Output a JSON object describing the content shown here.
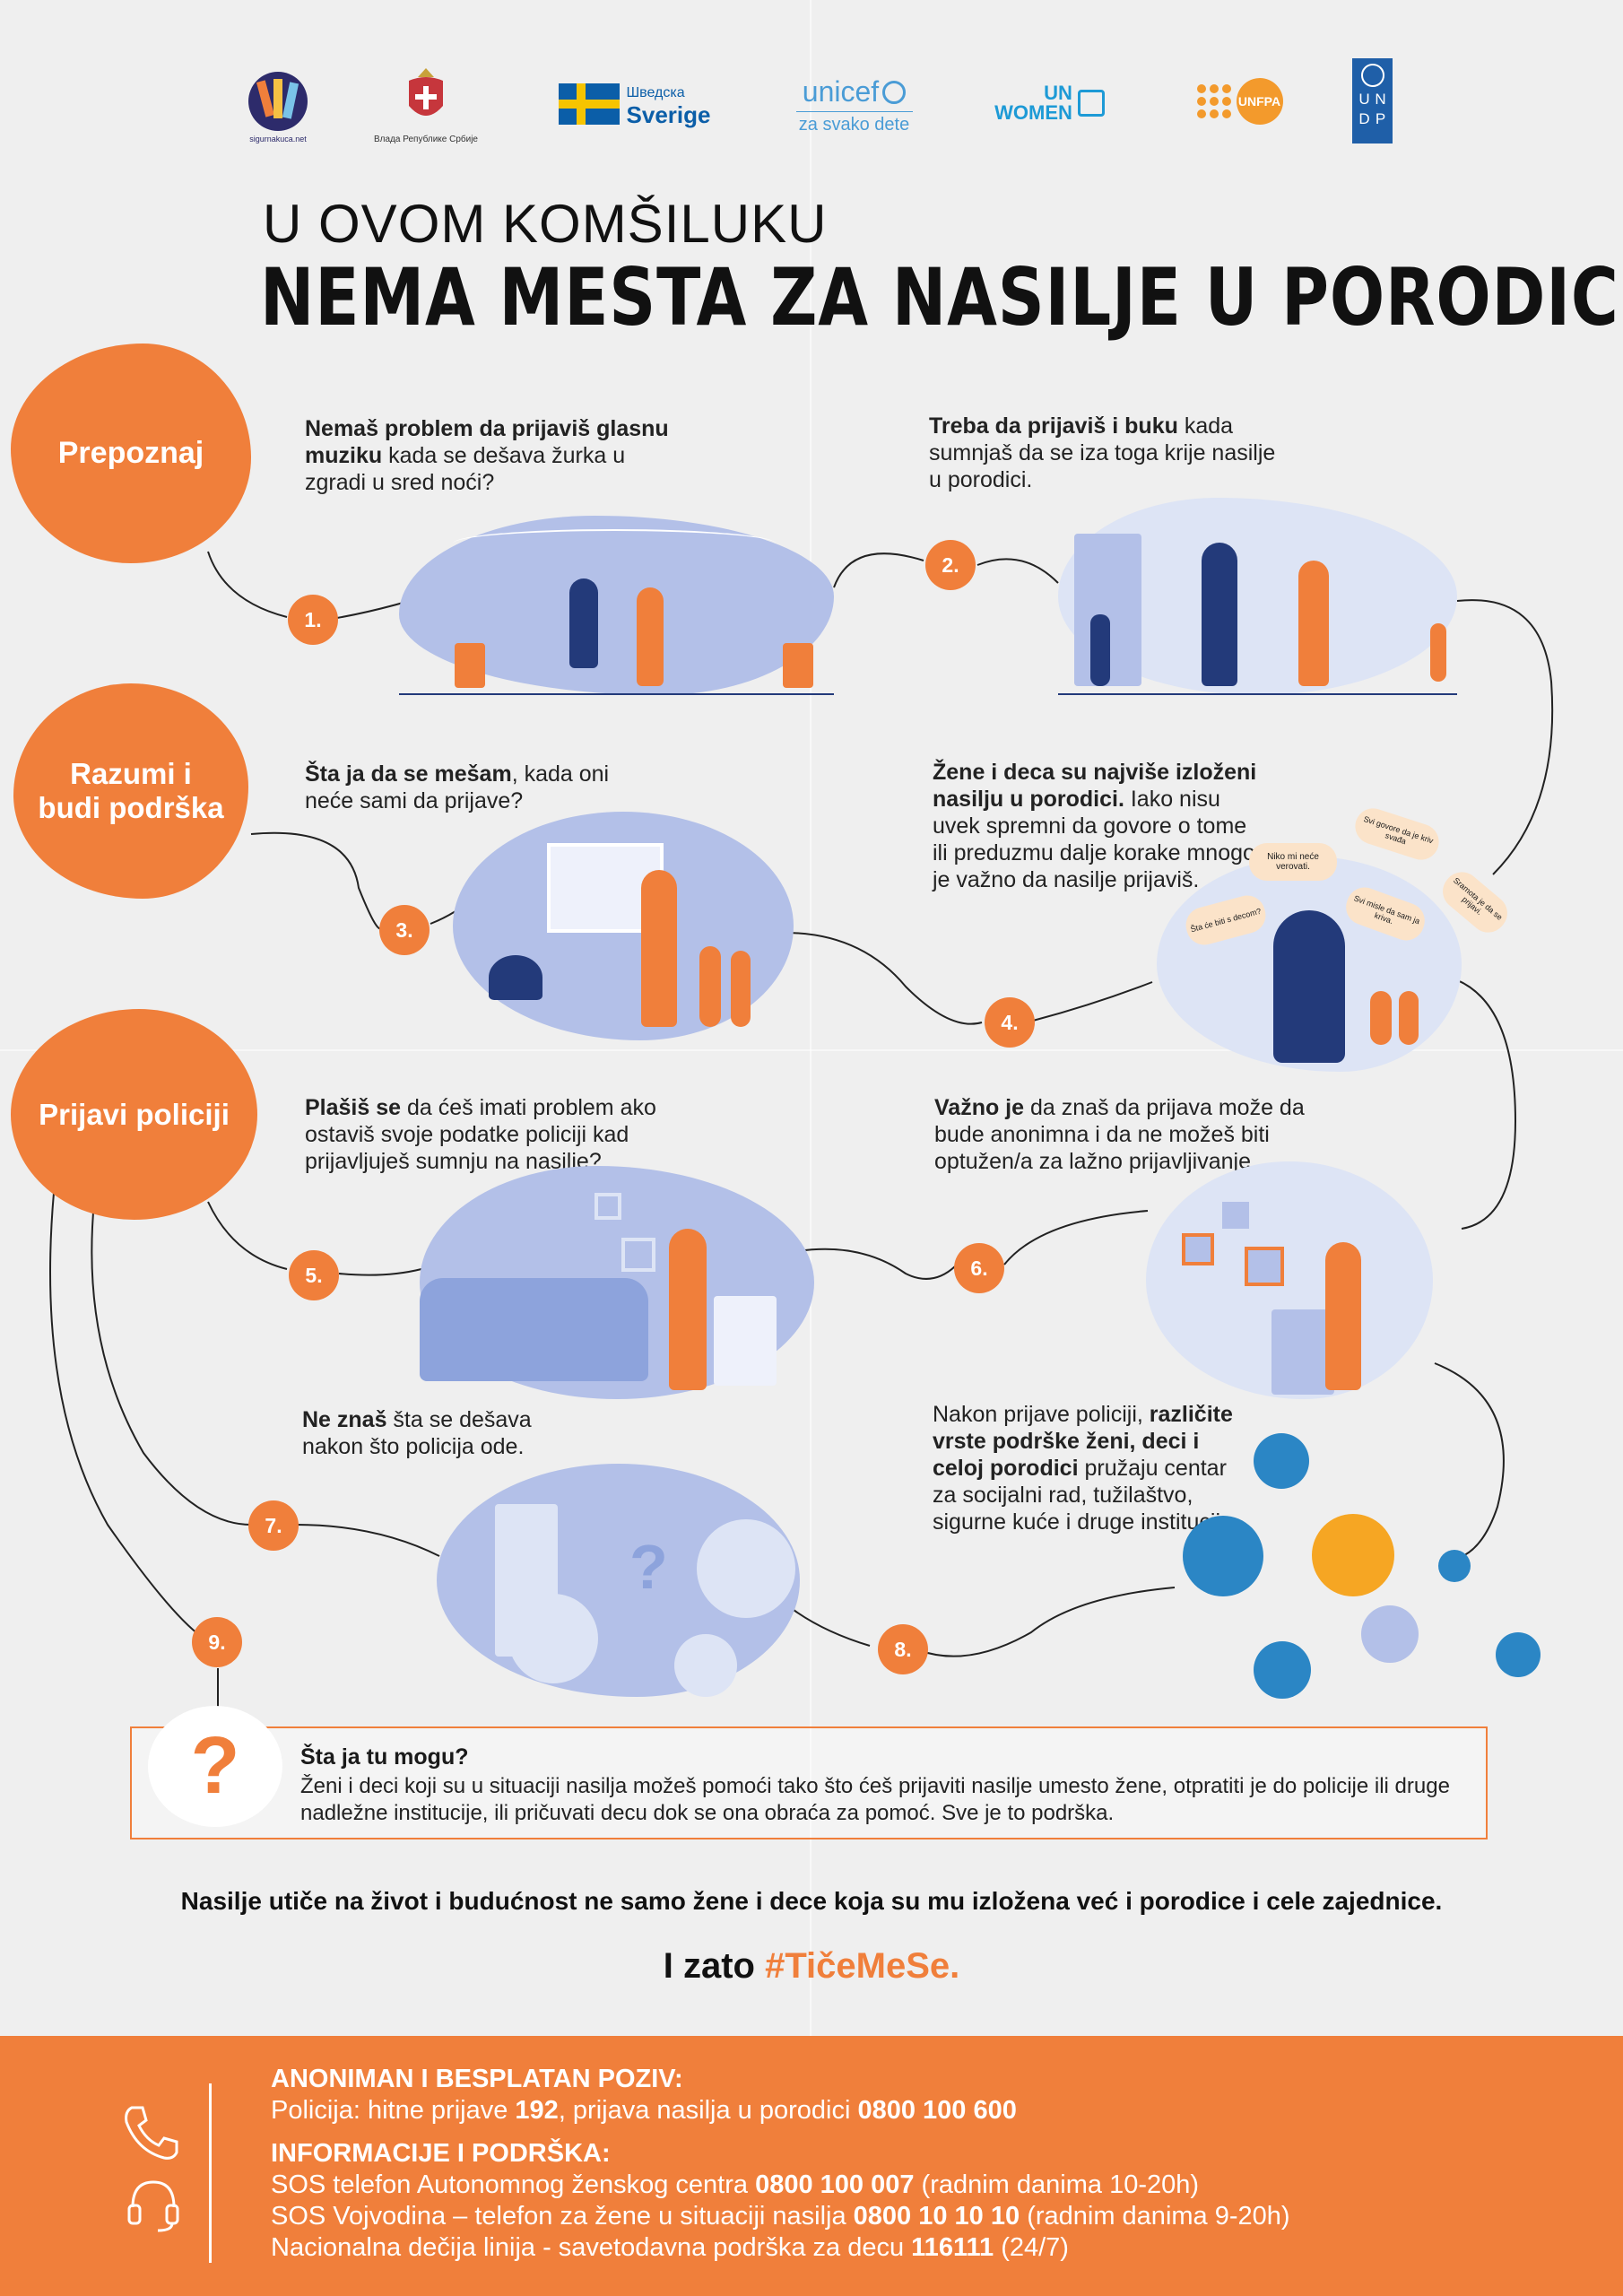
{
  "logos": {
    "sigurnakuca": "sigurnakuca.net",
    "serbia_gov": "Влада Републике Србије",
    "sweden_top": "Шведска",
    "sweden_bottom": "Sverige",
    "unicef": "unicef",
    "unicef_tagline": "za svako dete",
    "unwomen_top": "UN",
    "unwomen_bottom": "WOMEN",
    "unfpa": "UNFPA",
    "undp_u": "U",
    "undp_n": "N",
    "undp_d": "D",
    "undp_p": "P"
  },
  "header": {
    "subtitle": "U OVOM KOMŠILUKU",
    "title": "NEMA MESTA ZA NASILJE U PORODICI"
  },
  "sections": {
    "recognize": "Prepoznaj",
    "support_line1": "Razumi i",
    "support_line2": "budi podrška",
    "report": "Prijavi policiji"
  },
  "steps": [
    {
      "num": "1.",
      "bold": "Nemaš problem da prijaviš glasnu muziku",
      "rest": " kada se dešava žurka u zgradi u sred noći?"
    },
    {
      "num": "2.",
      "bold": "Treba da prijaviš i buku",
      "rest": " kada sumnjaš da se iza toga krije nasilje u porodici."
    },
    {
      "num": "3.",
      "bold": "Šta ja da se mešam",
      "rest": ", kada oni neće sami da prijave?"
    },
    {
      "num": "4.",
      "bold": "Žene i deca su najviše izloženi nasilju u porodici.",
      "rest": " Iako nisu uvek spremni da govore o tome ili preduzmu dalje korake mnogo je važno da nasilje prijaviš."
    },
    {
      "num": "5.",
      "bold": "Plašiš se",
      "rest": " da ćeš imati problem ako ostaviš svoje podatke policiji kad prijavljuješ sumnju na nasilje?"
    },
    {
      "num": "6.",
      "bold": "Važno je",
      "rest": " da znaš da prijava može da bude anonimna i da ne možeš biti optužen/a za lažno prijavljivanje."
    },
    {
      "num": "7.",
      "bold": "Ne znaš",
      "rest": " šta se dešava nakon što policija ode."
    },
    {
      "num": "8.",
      "pre": "Nakon prijave policiji, ",
      "bold": "različite vrste podrške ženi, deci i celoj porodici",
      "rest": " pružaju centar za socijalni rad, tužilaštvo, sigurne kuće i druge institucije."
    },
    {
      "num": "9."
    }
  ],
  "speech_bubbles": [
    "Niko mi neće verovati.",
    "Svi govore da je kriv svađa",
    "Šta će biti s decom?",
    "Svi misle da sam ja kriva.",
    "Sramota je da se prijavi."
  ],
  "question_box": {
    "mark": "?",
    "title": "Šta ja tu mogu?",
    "body": "Ženi i deci koji su u situaciji nasilja možeš pomoći tako što ćeš prijaviti nasilje umesto žene, otpratiti je do policije ili druge nadležne institucije, ili pričuvati decu dok se ona obraća za pomoć. Sve je to podrška."
  },
  "statement": "Nasilje utiče na život i budućnost ne samo žene i dece koja su mu izložena već i porodice i cele zajednice.",
  "hashtag_prefix": "I zato ",
  "hashtag": "#TičeMeSe.",
  "footer": {
    "heading1": "ANONIMAN I BESPLATAN POZIV:",
    "police_pre": "Policija: hitne prijave ",
    "police_num1": "192",
    "police_mid": ", prijava nasilja u porodici ",
    "police_num2": "0800 100 600",
    "heading2": "INFORMACIJE I PODRŠKA:",
    "sos1_pre": "SOS telefon Autonomnog ženskog centra ",
    "sos1_num": "0800 100 007",
    "sos1_post": " (radnim danima 10-20h)",
    "sos2_pre": "SOS Vojvodina – telefon za žene u situaciji nasilja ",
    "sos2_num": "0800 10 10 10",
    "sos2_post": " (radnim danima 9-20h)",
    "child_pre": "Nacionalna dečija linija - savetodavna podrška za decu ",
    "child_num": "116111",
    "child_post": " (24/7)"
  },
  "colors": {
    "accent": "#f07f3b",
    "illustration_blue": "#b3c0e8",
    "navy": "#233a7a",
    "background": "#efefef"
  }
}
